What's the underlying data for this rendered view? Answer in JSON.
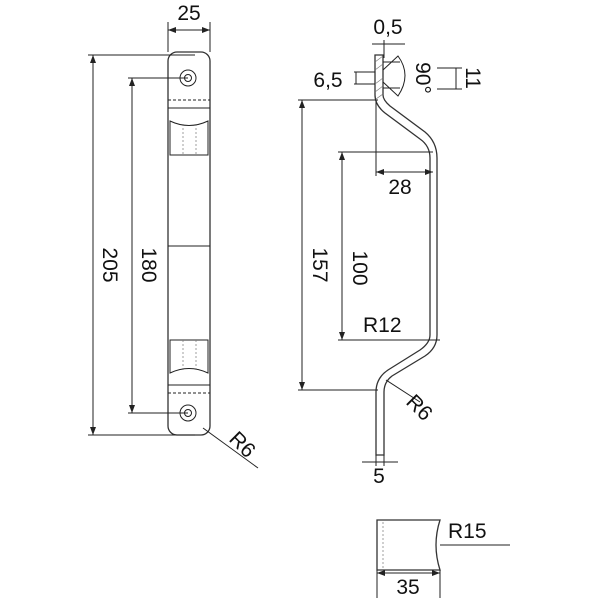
{
  "front_view": {
    "width": "25",
    "total_length": "205",
    "hole_spacing": "180",
    "corner_radius": "R6"
  },
  "side_view": {
    "thickness_offset": "0,5",
    "hole_dia": "6,5",
    "countersink_angle": "90°",
    "countersink_dia": "11",
    "offset": "28",
    "total_height": "157",
    "grip_length": "100",
    "bend_radius_large": "R12",
    "bend_radius_small": "R6",
    "thickness": "5"
  },
  "section_view": {
    "radius": "R15",
    "width": "35"
  }
}
